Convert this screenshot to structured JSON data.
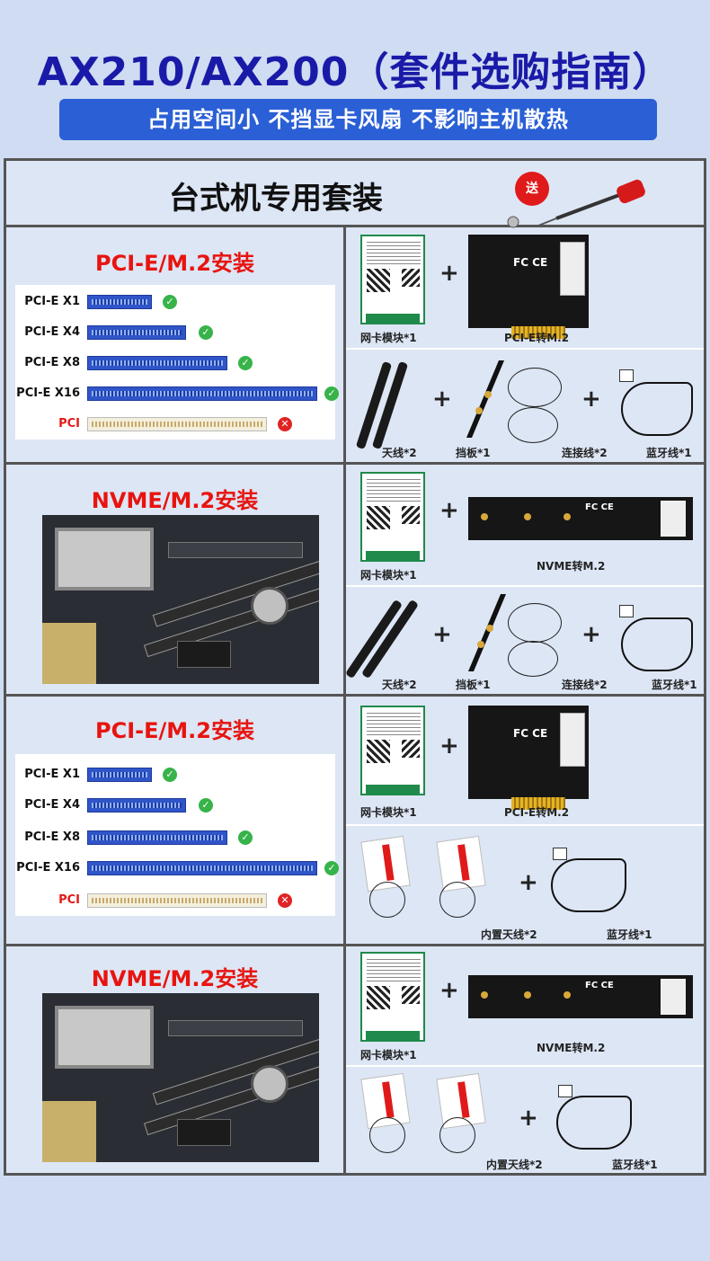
{
  "title": "AX210/AX200（套件选购指南）",
  "subtitle": "占用空间小  不挡显卡风扇  不影响主机散热",
  "header": {
    "text": "台式机专用套装",
    "gift": "送"
  },
  "slots": {
    "x1": "PCI-E X1",
    "x4": "PCI-E X4",
    "x8": "PCI-E X8",
    "x16": "PCI-E X16",
    "pci": "PCI"
  },
  "sections": [
    {
      "title": "PCI-E/M.2安装",
      "wifi": "网卡模块*1",
      "adapter": "PCI-E转M.2",
      "antenna": "天线*2",
      "bracket": "挡板*1",
      "cable": "连接线*2",
      "bt": "蓝牙线*1"
    },
    {
      "title": "NVME/M.2安装",
      "wifi": "网卡模块*1",
      "adapter": "NVME转M.2",
      "antenna": "天线*2",
      "bracket": "挡板*1",
      "cable": "连接线*2",
      "bt": "蓝牙线*1"
    },
    {
      "title": "PCI-E/M.2安装",
      "wifi": "网卡模块*1",
      "adapter": "PCI-E转M.2",
      "internal": "内置天线*2",
      "bt": "蓝牙线*1"
    },
    {
      "title": "NVME/M.2安装",
      "wifi": "网卡模块*1",
      "adapter": "NVME转M.2",
      "internal": "内置天线*2",
      "bt": "蓝牙线*1"
    }
  ],
  "plus": "+",
  "adapter_mark": "FC CE",
  "icons": {
    "ok": "check-circle-icon",
    "no": "cross-circle-icon"
  }
}
